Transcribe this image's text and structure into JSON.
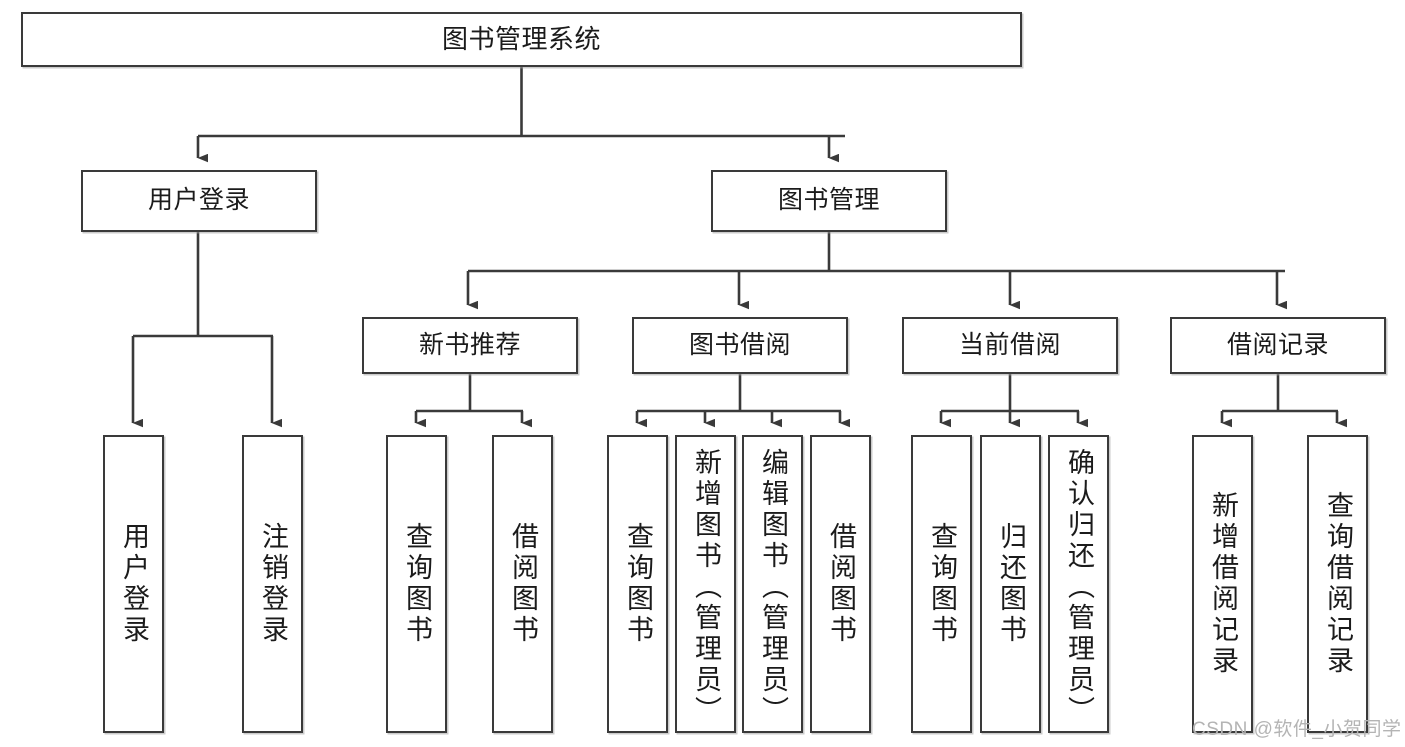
{
  "diagram": {
    "title": "图书管理系统",
    "type": "tree-hierarchy",
    "watermark": "CSDN @软件_小贺同学",
    "colors": {
      "box_border": "#3a3a3a",
      "box_fill": "#ffffff",
      "connector": "#3a3a3a",
      "watermark": "#b4b4b4",
      "page_background": "#ffffff"
    },
    "levels": {
      "level1": [
        {
          "id": "root",
          "label": "图书管理系统",
          "orientation": "horizontal"
        }
      ],
      "level2": [
        {
          "id": "user-login",
          "label": "用户登录",
          "orientation": "horizontal",
          "parent": "root"
        },
        {
          "id": "book-manage",
          "label": "图书管理",
          "orientation": "horizontal",
          "parent": "root"
        }
      ],
      "level3": [
        {
          "id": "new-book-recommend",
          "label": "新书推荐",
          "orientation": "horizontal",
          "parent": "book-manage"
        },
        {
          "id": "book-borrow",
          "label": "图书借阅",
          "orientation": "horizontal",
          "parent": "book-manage"
        },
        {
          "id": "current-borrow",
          "label": "当前借阅",
          "orientation": "horizontal",
          "parent": "book-manage"
        },
        {
          "id": "borrow-record",
          "label": "借阅记录",
          "orientation": "horizontal",
          "parent": "book-manage"
        }
      ],
      "level4": [
        {
          "id": "leaf-user-login",
          "label": "用户登录",
          "orientation": "vertical",
          "parent": "user-login"
        },
        {
          "id": "leaf-user-logout",
          "label": "注销登录",
          "orientation": "vertical",
          "parent": "user-login"
        },
        {
          "id": "leaf-query-book-1",
          "label": "查询图书",
          "orientation": "vertical",
          "parent": "new-book-recommend"
        },
        {
          "id": "leaf-borrow-book-1",
          "label": "借阅图书",
          "orientation": "vertical",
          "parent": "new-book-recommend"
        },
        {
          "id": "leaf-query-book-2",
          "label": "查询图书",
          "orientation": "vertical",
          "parent": "book-borrow"
        },
        {
          "id": "leaf-add-book",
          "label": "新增图书（管理员）",
          "orientation": "vertical",
          "parent": "book-borrow"
        },
        {
          "id": "leaf-edit-book",
          "label": "编辑图书（管理员）",
          "orientation": "vertical",
          "parent": "book-borrow"
        },
        {
          "id": "leaf-borrow-book-2",
          "label": "借阅图书",
          "orientation": "vertical",
          "parent": "book-borrow"
        },
        {
          "id": "leaf-query-book-3",
          "label": "查询图书",
          "orientation": "vertical",
          "parent": "current-borrow"
        },
        {
          "id": "leaf-return-book",
          "label": "归还图书",
          "orientation": "vertical",
          "parent": "current-borrow"
        },
        {
          "id": "leaf-confirm-return",
          "label": "确认归还（管理员）",
          "orientation": "vertical",
          "parent": "current-borrow"
        },
        {
          "id": "leaf-add-record",
          "label": "新增借阅记录",
          "orientation": "vertical",
          "parent": "borrow-record"
        },
        {
          "id": "leaf-query-record",
          "label": "查询借阅记录",
          "orientation": "vertical",
          "parent": "borrow-record"
        }
      ]
    }
  }
}
